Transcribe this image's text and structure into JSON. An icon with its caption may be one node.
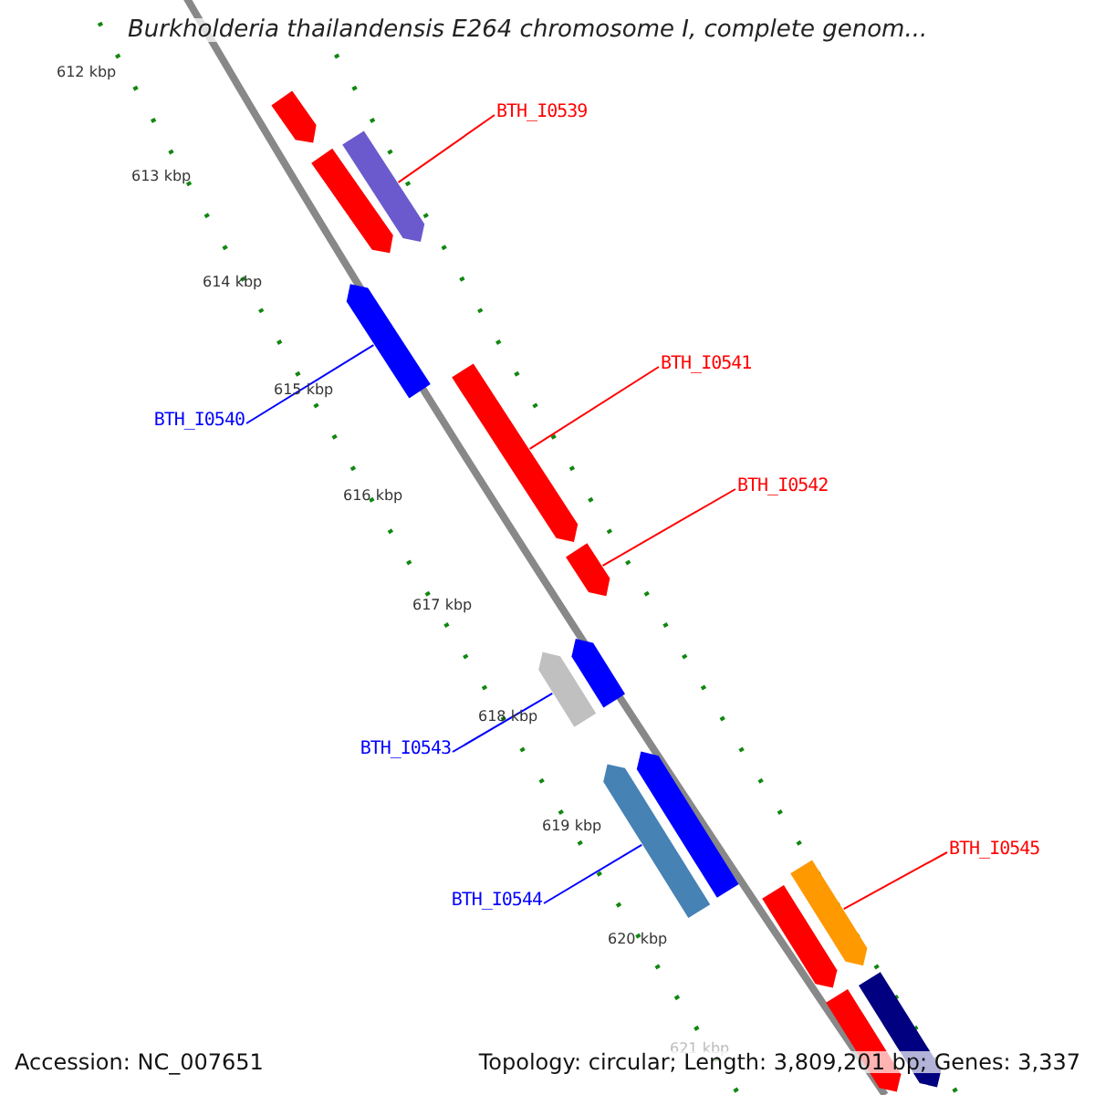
{
  "diagram": {
    "title": "Burkholderia thailandensis E264 chromosome I, complete genom...",
    "nodes": [
      {
        "text": [
          "BTH_I0539"
        ]
      },
      {
        "text": [],
        "shape": "bar"
      },
      {
        "text": [],
        "shape": "bar"
      },
      {
        "text": [],
        "shape": "bar"
      },
      {
        "text": [
          "BTH_I0540"
        ]
      },
      {
        "text": [],
        "shape": "bar"
      },
      {
        "text": [
          "BTH_I0541"
        ]
      },
      {
        "text": [],
        "shape": "bar"
      },
      {
        "text": [
          "BTH_I0542"
        ]
      },
      {
        "text": [],
        "shape": "bar"
      },
      {
        "text": [],
        "shape": "bar"
      },
      {
        "text": [],
        "shape": "bar"
      },
      {
        "text": [
          "BTH_I0543"
        ]
      },
      {
        "text": [],
        "shape": "bar"
      },
      {
        "text": [],
        "shape": "bar"
      },
      {
        "text": [
          "BTH_I0544"
        ]
      },
      {
        "text": [
          "BTH_I0545"
        ]
      },
      {
        "text": [],
        "shape": "bar"
      },
      {
        "text": [],
        "shape": "bar"
      },
      {
        "text": [],
        "shape": "bar"
      },
      {
        "text": [],
        "shape": "bar"
      }
    ],
    "edges": [
      {
        "from": 0,
        "to": 3,
        "arrow": "none"
      },
      {
        "from": 4,
        "to": 5,
        "arrow": "none",
        "color": "#0000ff"
      },
      {
        "from": 6,
        "to": 7,
        "arrow": "none"
      },
      {
        "from": 8,
        "to": 9,
        "arrow": "none"
      },
      {
        "from": 12,
        "to": 11,
        "arrow": "none",
        "color": "#0000ff"
      },
      {
        "from": 15,
        "to": 13,
        "arrow": "none",
        "color": "#0000ff"
      },
      {
        "from": 16,
        "to": 18,
        "arrow": "none"
      }
    ],
    "labels": [
      "612 kbp",
      "613 kbp",
      "614 kbp",
      "615 kbp",
      "616 kbp",
      "617 kbp",
      "618 kbp",
      "619 kbp",
      "620 kbp",
      "621 kbp",
      "Accession: NC_007651",
      "Topology: circular; Length: 3,809,201 bp; Genes: 3,337"
    ]
  }
}
